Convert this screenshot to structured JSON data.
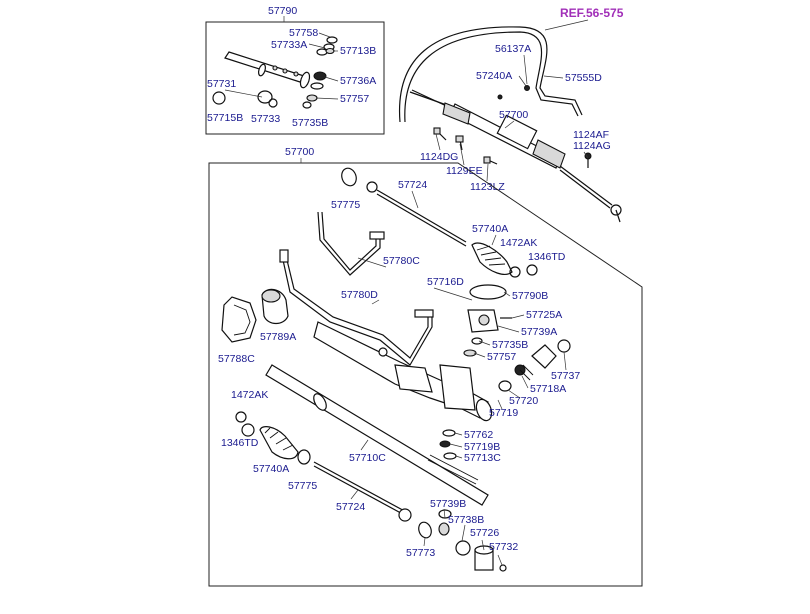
{
  "reference": {
    "text": "REF.56-575",
    "color": "#a12fb8"
  },
  "label_color": "#1b1b8f",
  "inset_box": {
    "title": "57790",
    "labels": [
      "57758",
      "57733A",
      "57713B",
      "57731",
      "57736A",
      "57757",
      "57715B",
      "57733",
      "57735B"
    ]
  },
  "top_assembly": {
    "labels": [
      "56137A",
      "57240A",
      "57555D",
      "57700",
      "1124AF",
      "1124AG",
      "1124DG",
      "1129EE",
      "1123LZ"
    ]
  },
  "exploded_box": {
    "title": "57700",
    "labels": [
      "57775",
      "57724",
      "57740A",
      "1472AK",
      "1346TD",
      "57780C",
      "57716D",
      "57790B",
      "57780D",
      "57725A",
      "57739A",
      "57789A",
      "57735B",
      "57757",
      "57788C",
      "57737",
      "57718A",
      "57720",
      "57719",
      "1472AK",
      "57762",
      "57719B",
      "1346TD",
      "57713C",
      "57710C",
      "57740A",
      "57775",
      "57724",
      "57739B",
      "57738B",
      "57726",
      "57773",
      "57732"
    ]
  }
}
